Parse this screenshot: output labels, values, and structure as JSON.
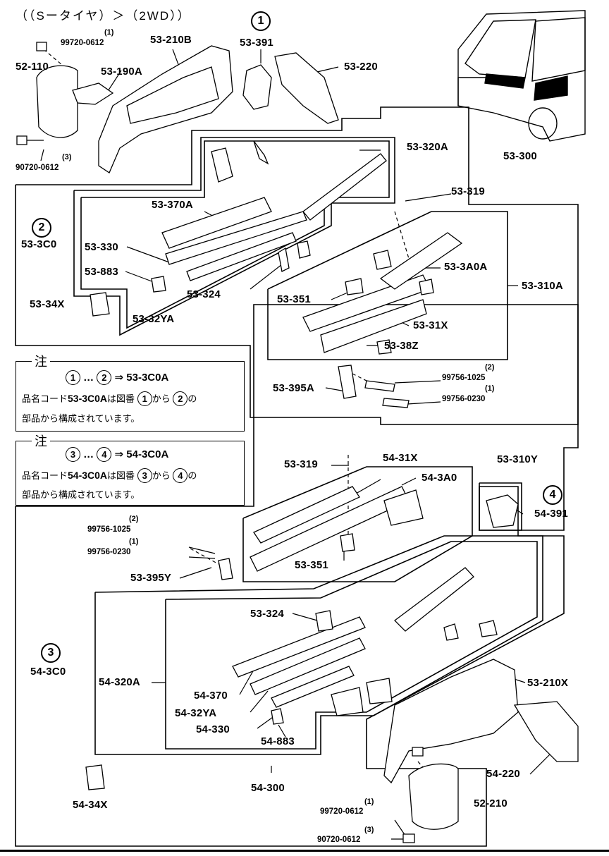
{
  "title": "（（Sータイヤ）＞（2WD））",
  "callouts": {
    "c1": "1",
    "c2": "2",
    "c3": "3",
    "c4": "4"
  },
  "labels": {
    "p53_210B": "53-210B",
    "p53_391": "53-391",
    "p99720_top": "99720-0612",
    "q_top_1": "(1)",
    "p52_110": "52-110",
    "p53_190A": "53-190A",
    "p53_220": "53-220",
    "q_top_3": "(3)",
    "p90720_top": "90720-0612",
    "p53_320A": "53-320A",
    "p53_300": "53-300",
    "p53_319_a": "53-319",
    "p53_370A": "53-370A",
    "p53_3C0": "53-3C0",
    "p53_330": "53-330",
    "p53_3A0A": "53-3A0A",
    "p53_883": "53-883",
    "p53_310A": "53-310A",
    "p53_324_a": "53-324",
    "p53_34X": "53-34X",
    "p53_351_a": "53-351",
    "p53_32YA": "53-32YA",
    "p53_31X": "53-31X",
    "p53_38Z": "53-38Z",
    "q_mid_2a": "(2)",
    "p99756_1025_a": "99756-1025",
    "p53_395A": "53-395A",
    "q_mid_1a": "(1)",
    "p99756_0230_a": "99756-0230",
    "p53_319_b": "53-319",
    "p54_31X": "54-31X",
    "p53_310Y": "53-310Y",
    "p54_3A0": "54-3A0",
    "p54_391": "54-391",
    "q_mid_2b": "(2)",
    "p99756_1025_b": "99756-1025",
    "q_mid_1b": "(1)",
    "p99756_0230_b": "99756-0230",
    "p53_351_b": "53-351",
    "p53_395Y": "53-395Y",
    "p53_324_b": "53-324",
    "p54_3C0": "54-3C0",
    "p54_320A": "54-320A",
    "p54_370": "54-370",
    "p53_210X": "53-210X",
    "p54_32YA": "54-32YA",
    "p54_330": "54-330",
    "p54_883": "54-883",
    "p54_220": "54-220",
    "p54_34X": "54-34X",
    "p54_300": "54-300",
    "q_bot_1": "(1)",
    "p99720_bot": "99720-0612",
    "p52_210": "52-210",
    "q_bot_3": "(3)",
    "p90720_bot": "90720-0612"
  },
  "notes": [
    {
      "head": "注",
      "from": "1",
      "ellipsis": "…",
      "to": "2",
      "arrow": "⇒",
      "result": "53-3C0A",
      "line2_a": "品名コード",
      "line2_code": "53-3C0A",
      "line2_b": "は図番",
      "line2_c": "から",
      "line2_d": "の",
      "line3": "部品から構成されています。"
    },
    {
      "head": "注",
      "from": "3",
      "ellipsis": "…",
      "to": "4",
      "arrow": "⇒",
      "result": "54-3C0A",
      "line2_a": "品名コード",
      "line2_code": "54-3C0A",
      "line2_b": "は図番",
      "line2_c": "から",
      "line2_d": "の",
      "line3": "部品から構成されています。"
    }
  ]
}
